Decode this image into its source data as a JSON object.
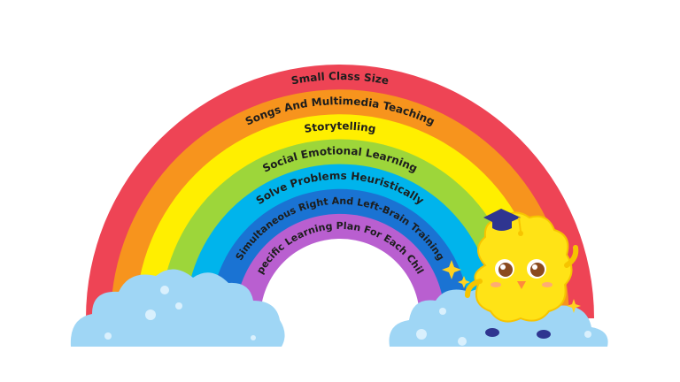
{
  "rainbow": {
    "bands": [
      {
        "label": "Small Class Size",
        "color": "#ee4455"
      },
      {
        "label": "Songs And Multimedia Teaching",
        "color": "#f7941d"
      },
      {
        "label": "Storytelling",
        "color": "#ffef00"
      },
      {
        "label": "Social Emotional Learning",
        "color": "#9dd63a"
      },
      {
        "label": "Solve Problems Heuristically",
        "color": "#00b4ec"
      },
      {
        "label": "Simultaneous Right And Left-Brain Training",
        "color": "#1a73d3"
      },
      {
        "label": "Specific Learning Plan For Each Child",
        "color": "#b95fd0"
      }
    ]
  },
  "colors": {
    "cloud": "#9fd6f5",
    "cloud_dot": "#d9f0fd",
    "mascot_body": "#ffe316",
    "mascot_outline": "#f6c400",
    "cap": "#2f3590",
    "sparkle": "#ffd21f"
  },
  "icons": {
    "mascot": "mascot-with-graduation-cap-icon",
    "sparkle": "sparkle-icon",
    "cloud": "cloud-icon"
  }
}
